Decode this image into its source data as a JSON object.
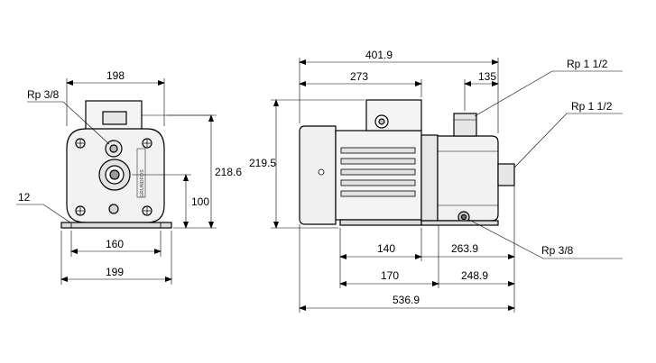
{
  "dimensions": {
    "front_top_width": "198",
    "front_height": "218.6",
    "front_shaft_height": "100",
    "front_foot_spacing": "160",
    "front_base_width": "199",
    "side_total_length": "401.9",
    "side_motor_length": "273",
    "side_outlet_offset": "135",
    "side_height": "219.5",
    "side_foot_spacing": "140",
    "side_bottom_left": "170",
    "side_inlet_offset": "263.9",
    "side_inlet_drain": "248.9",
    "side_overall_length": "536.9"
  },
  "callouts": {
    "front_port": "Rp 3/8",
    "front_foot_hole": "12",
    "side_outlet": "Rp 1 1/2",
    "side_inlet": "Rp 1 1/2",
    "side_drain": "Rp 3/8"
  },
  "logo": {
    "text": "GRUNDFOS"
  }
}
